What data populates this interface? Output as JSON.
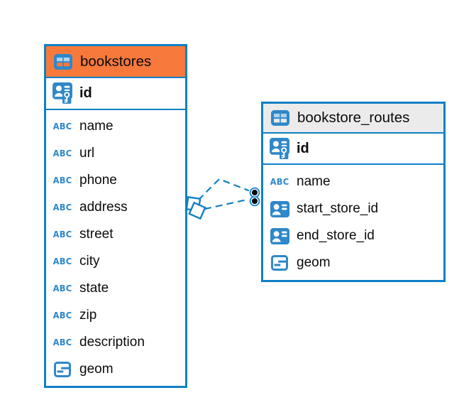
{
  "colors": {
    "accent": "#1080C6",
    "icon_blue": "#2E88C9",
    "selected_header": "#F7793C",
    "table_header": "#EBEBEB",
    "text": "#0B0B0B"
  },
  "icons": {
    "text_type_label": "ABC"
  },
  "tables": [
    {
      "name": "bookstores",
      "pk": {
        "label": "id"
      },
      "columns": [
        {
          "label": "name",
          "type": "text"
        },
        {
          "label": "url",
          "type": "text"
        },
        {
          "label": "phone",
          "type": "text"
        },
        {
          "label": "address",
          "type": "text"
        },
        {
          "label": "street",
          "type": "text"
        },
        {
          "label": "city",
          "type": "text"
        },
        {
          "label": "state",
          "type": "text"
        },
        {
          "label": "zip",
          "type": "text"
        },
        {
          "label": "description",
          "type": "text"
        },
        {
          "label": "geom",
          "type": "geometry"
        }
      ]
    },
    {
      "name": "bookstore_routes",
      "pk": {
        "label": "id"
      },
      "columns": [
        {
          "label": "name",
          "type": "text"
        },
        {
          "label": "start_store_id",
          "type": "reference"
        },
        {
          "label": "end_store_id",
          "type": "reference"
        },
        {
          "label": "geom",
          "type": "geometry"
        }
      ]
    }
  ],
  "relationships": [
    {
      "source_table": "bookstores",
      "target_table": "bookstore_routes",
      "style": "dashed"
    },
    {
      "source_table": "bookstores",
      "target_table": "bookstore_routes",
      "style": "dashed"
    }
  ]
}
